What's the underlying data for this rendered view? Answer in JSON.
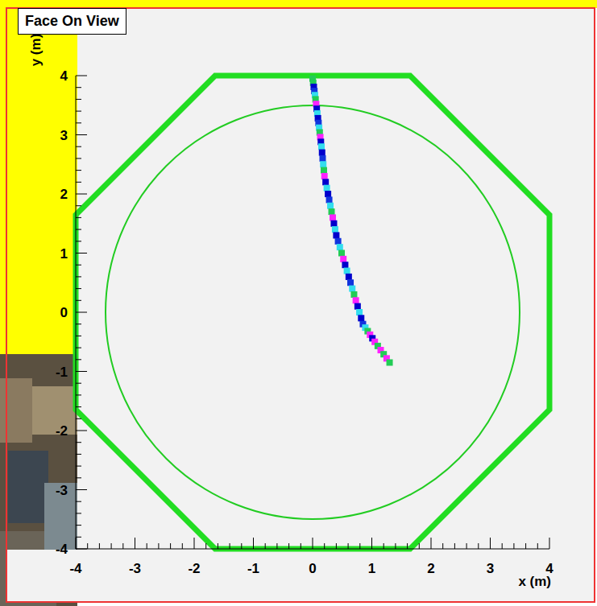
{
  "diagram": {
    "title": "Face On View",
    "labels": [
      "y (m)",
      "4",
      "3",
      "2",
      "1",
      "0",
      "-1",
      "-2",
      "-3",
      "-4",
      "-4",
      "-3",
      "-2",
      "-1",
      "0",
      "1",
      "2",
      "3",
      "4",
      "x (m)"
    ]
  }
}
